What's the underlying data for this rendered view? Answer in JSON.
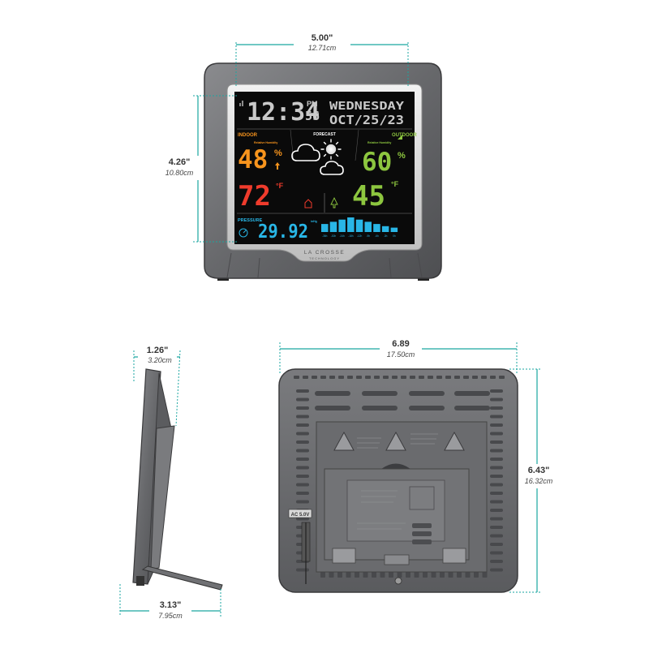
{
  "dimensions": {
    "front_width": {
      "main": "5.00\"",
      "sub": "12.71cm"
    },
    "front_height": {
      "main": "4.26\"",
      "sub": "10.80cm"
    },
    "side_depth_top": {
      "main": "1.26\"",
      "sub": "3.20cm"
    },
    "side_depth_base": {
      "main": "3.13\"",
      "sub": "7.95cm"
    },
    "back_width": {
      "main": "6.89",
      "sub": "17.50cm"
    },
    "back_height": {
      "main": "6.43\"",
      "sub": "16.32cm"
    }
  },
  "display": {
    "time": "12:34",
    "time_ampm": "PM",
    "time_seconds": "56",
    "day": "WEDNESDAY",
    "date": "OCT/25/23",
    "indoor_label": "INDOOR",
    "indoor_sub": "Relative Humidity",
    "outdoor_label": "OUTDOOR",
    "outdoor_sub": "Relative Humidity",
    "forecast_label": "FORECAST",
    "indoor_humidity": "48",
    "indoor_humidity_unit": "%",
    "indoor_temp": "72",
    "indoor_temp_unit": "°F",
    "outdoor_humidity": "60",
    "outdoor_humidity_unit": "%",
    "outdoor_temp": "45",
    "outdoor_temp_unit": "°F",
    "pressure_label": "PRESSURE",
    "pressure_value": "29.92",
    "pressure_unit": "inHg",
    "history_labels": [
      "-36h",
      "-30h",
      "-24h",
      "-18h",
      "-12h",
      "-9h",
      "-6h",
      "-3h",
      "0h"
    ],
    "history_levels": [
      0.55,
      0.7,
      0.85,
      1.0,
      0.85,
      0.7,
      0.55,
      0.4,
      0.3
    ]
  },
  "brand": {
    "name": "LA CROSSE",
    "sub": "TECHNOLOGY"
  },
  "back": {
    "power_label": "AC 5.0V"
  },
  "colors": {
    "dimension_line": "#1aa6a0",
    "indoor_humidity": "#f7941d",
    "indoor_temp": "#ef3b2c",
    "outdoor": "#8dc63f",
    "pressure": "#29b6e6",
    "lcd_bg": "#0a0a0a",
    "case": "#6d6e71"
  }
}
